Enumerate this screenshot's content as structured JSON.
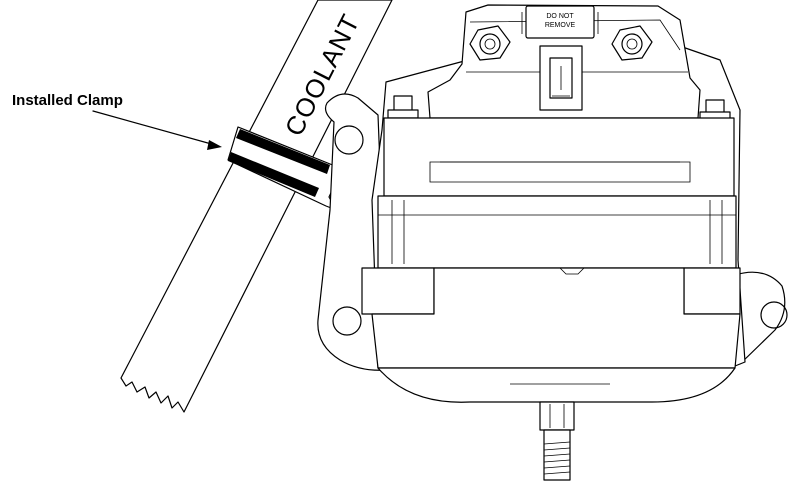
{
  "callout": {
    "label": "Installed Clamp"
  },
  "hose": {
    "label": "COOLANT"
  },
  "warning_plate": {
    "line1": "DO NOT",
    "line2": "REMOVE"
  },
  "colors": {
    "line": "#000000",
    "background": "#ffffff"
  }
}
